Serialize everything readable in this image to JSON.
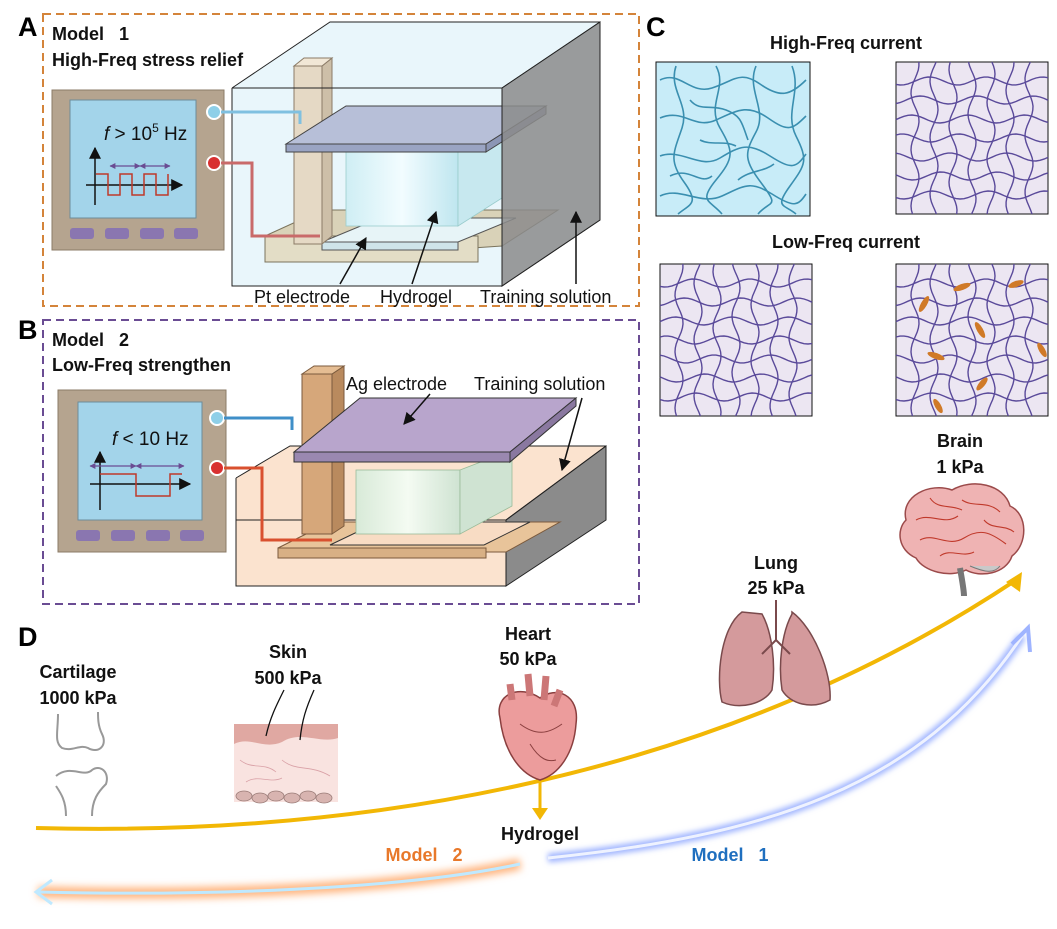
{
  "panels": {
    "a": {
      "letter": "A",
      "model_label": "Model   1",
      "subtitle": "High-Freq stress relief",
      "osc_f": "f",
      "osc_cond": " > 10",
      "osc_exp": "5",
      "osc_unit": " Hz",
      "labels": {
        "pt_electrode": "Pt electrode",
        "hydrogel": "Hydrogel",
        "training_solution": "Training solution"
      },
      "colors": {
        "border": "#d4843a",
        "solution": "#dbeef8",
        "electrode_top": "#b7bfd8"
      }
    },
    "b": {
      "letter": "B",
      "model_label": "Model   2",
      "subtitle": "Low-Freq strengthen",
      "osc_f": "f",
      "osc_cond": " < 10 Hz",
      "labels": {
        "ag_electrode": "Ag electrode",
        "training_solution": "Training solution"
      },
      "colors": {
        "border": "#6a4c93",
        "solution": "#fbe3cf",
        "electrode_top": "#b8a5cc"
      }
    },
    "c": {
      "letter": "C",
      "high_freq_title": "High-Freq current",
      "low_freq_title": "Low-Freq current",
      "colors": {
        "loose_network": "#3a8fb0",
        "dense_network": "#5a4a9a"
      }
    },
    "d": {
      "letter": "D",
      "tissues": [
        {
          "name": "Brain",
          "modulus": "1 kPa"
        },
        {
          "name": "Lung",
          "modulus": "25 kPa"
        },
        {
          "name": "Heart",
          "modulus": "50 kPa"
        },
        {
          "name": "Skin",
          "modulus": "500 kPa"
        },
        {
          "name": "Cartilage",
          "modulus": "1000 kPa"
        }
      ],
      "hydrogel_label": "Hydrogel",
      "model1_label": "Model   1",
      "model2_label": "Model   2",
      "colors": {
        "curve": "#f2b705",
        "model1": "#1f6fbf",
        "model2": "#e8782a",
        "organ": "#e8a0a0"
      }
    }
  }
}
